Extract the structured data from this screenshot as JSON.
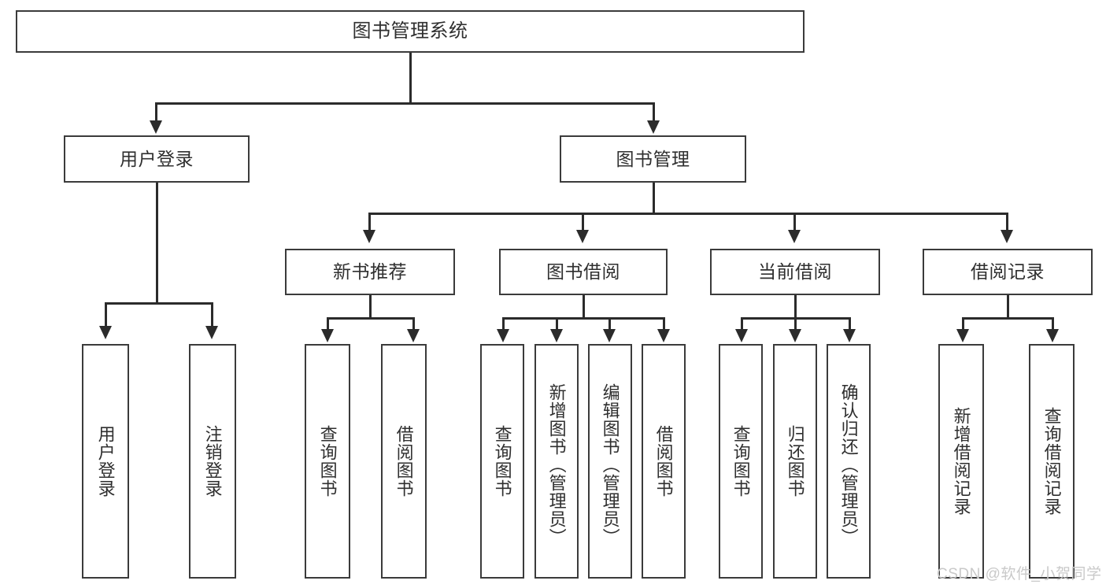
{
  "diagram": {
    "type": "tree-hierarchy-chart",
    "title": "图书管理系统",
    "watermark": "CSDN @软件_小贺同学",
    "levels": {
      "root": {
        "id": "root",
        "label": "图书管理系统"
      },
      "level2": [
        {
          "id": "user-login",
          "label": "用户登录"
        },
        {
          "id": "book-management",
          "label": "图书管理"
        }
      ],
      "level3": [
        {
          "id": "new-book-recommend",
          "label": "新书推荐",
          "parent": "book-management"
        },
        {
          "id": "book-borrow",
          "label": "图书借阅",
          "parent": "book-management"
        },
        {
          "id": "current-borrow",
          "label": "当前借阅",
          "parent": "book-management"
        },
        {
          "id": "borrow-record",
          "label": "借阅记录",
          "parent": "book-management"
        }
      ],
      "leaves": [
        {
          "id": "leaf-user-login",
          "label": "用户登录",
          "parent": "user-login"
        },
        {
          "id": "leaf-logout",
          "label": "注销登录",
          "parent": "user-login"
        },
        {
          "id": "leaf-query-book-1",
          "label": "查询图书",
          "parent": "new-book-recommend"
        },
        {
          "id": "leaf-borrow-book-1",
          "label": "借阅图书",
          "parent": "new-book-recommend"
        },
        {
          "id": "leaf-query-book-2",
          "label": "查询图书",
          "parent": "book-borrow"
        },
        {
          "id": "leaf-add-book",
          "label": "新增图书（管理员）",
          "parent": "book-borrow"
        },
        {
          "id": "leaf-edit-book",
          "label": "编辑图书（管理员）",
          "parent": "book-borrow"
        },
        {
          "id": "leaf-borrow-book-2",
          "label": "借阅图书",
          "parent": "book-borrow"
        },
        {
          "id": "leaf-query-book-3",
          "label": "查询图书",
          "parent": "current-borrow"
        },
        {
          "id": "leaf-return-book",
          "label": "归还图书",
          "parent": "current-borrow"
        },
        {
          "id": "leaf-confirm-return",
          "label": "确认归还（管理员）",
          "parent": "current-borrow"
        },
        {
          "id": "leaf-add-record",
          "label": "新增借阅记录",
          "parent": "borrow-record"
        },
        {
          "id": "leaf-query-record",
          "label": "查询借阅记录",
          "parent": "borrow-record"
        }
      ]
    },
    "colors": {
      "background": "#ffffff",
      "box_border": "#3b3b3b",
      "box_fill": "#ffffff",
      "text": "#2f2f2f",
      "connector": "#2b2b2b",
      "watermark": "#c9c9c9"
    }
  }
}
